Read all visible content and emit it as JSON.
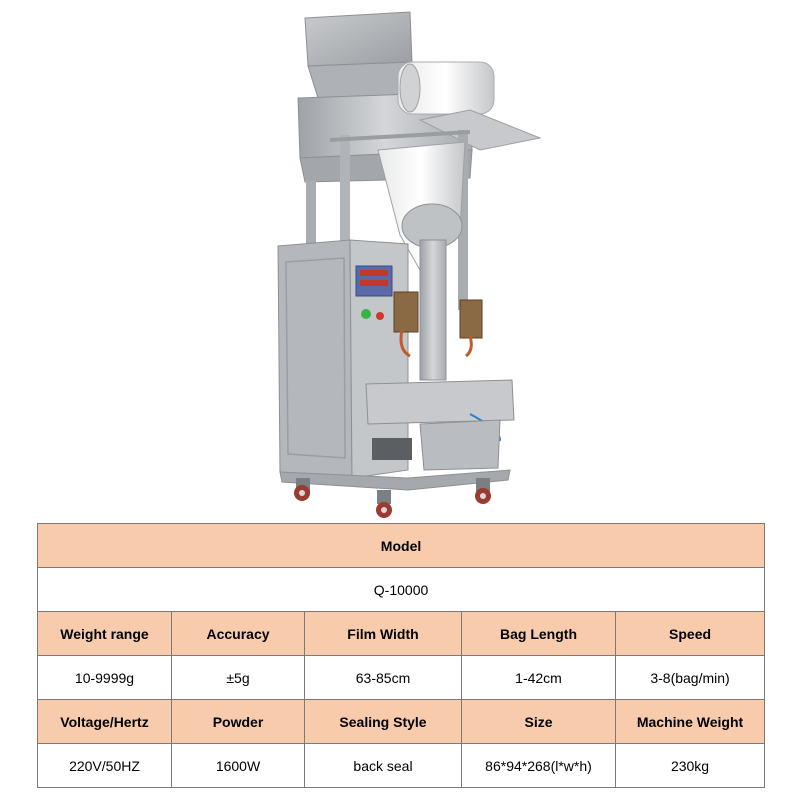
{
  "product_image": {
    "subject": "vertical granule packing machine"
  },
  "specs": {
    "model_header": "Model",
    "model_value": "Q-10000",
    "row1_headers": [
      "Weight range",
      "Accuracy",
      "Film Width",
      "Bag Length",
      "Speed"
    ],
    "row1_values": [
      "10-9999g",
      "±5g",
      "63-85cm",
      "1-42cm",
      "3-8(bag/min)"
    ],
    "row2_headers": [
      "Voltage/Hertz",
      "Powder",
      "Sealing Style",
      "Size",
      "Machine Weight"
    ],
    "row2_values": [
      "220V/50HZ",
      "1600W",
      "back seal",
      "86*94*268(l*w*h)",
      "230kg"
    ]
  },
  "colors": {
    "header_bg": "#f8cbad",
    "border": "#7a7a7a",
    "steel": "#b9bcc0"
  }
}
